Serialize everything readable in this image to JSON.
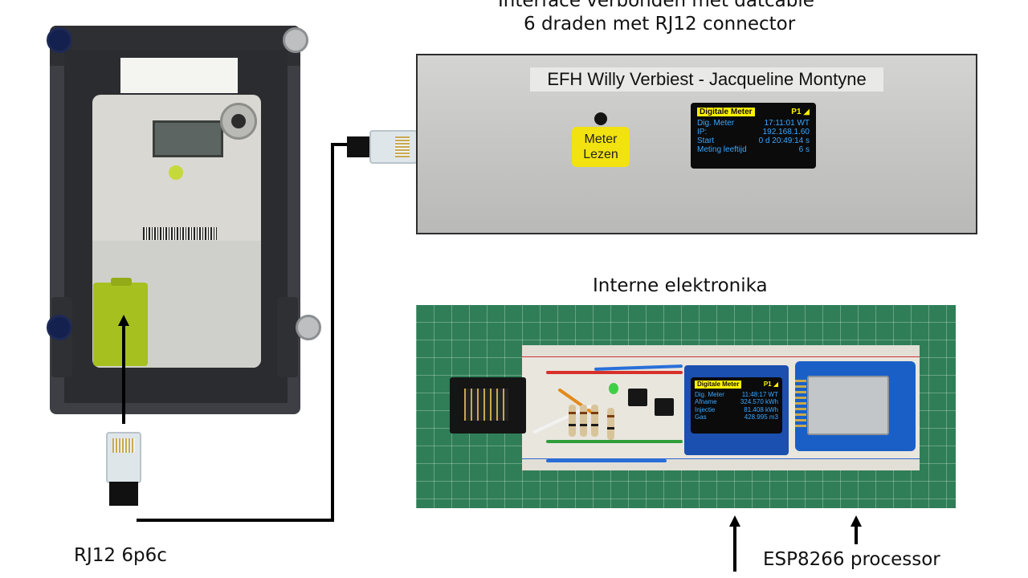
{
  "captions": {
    "enclosure_line1": "Interface verbonden met datcable",
    "enclosure_line2": "6 draden met RJ12 connector",
    "electronics": "Interne elektronika",
    "rj12": "RJ12 6p6c",
    "esp": "ESP8266 processor"
  },
  "enclosure": {
    "label": "EFH Willy Verbiest - Jacqueline Montyne",
    "button_line1": "Meter",
    "button_line2": "Lezen",
    "display": {
      "header": "Digitale Meter",
      "tag": "P1",
      "rows": [
        {
          "k": "Dig. Meter",
          "v": "17:11:01 WT"
        },
        {
          "k": "IP:",
          "v": "192.168.1.60"
        },
        {
          "k": "Start",
          "v": "0 d 20:49:14 s"
        },
        {
          "k": "Meting leeftijd",
          "v": "6 s"
        }
      ]
    }
  },
  "board": {
    "display": {
      "header": "Digitale Meter",
      "tag": "P1",
      "rows": [
        {
          "k": "Dig. Meter",
          "v": "11:48:17 WT"
        },
        {
          "k": "Afname",
          "v": "324.570 kWh"
        },
        {
          "k": "Injectie",
          "v": "81.408 kWh"
        },
        {
          "k": "Gas",
          "v": "428.995 m3"
        }
      ]
    }
  },
  "colors": {
    "meter_button": "#f2e20f",
    "oled_text": "#39a7ff",
    "oled_header": "#fff200",
    "esp_board": "#1a5fc6"
  }
}
